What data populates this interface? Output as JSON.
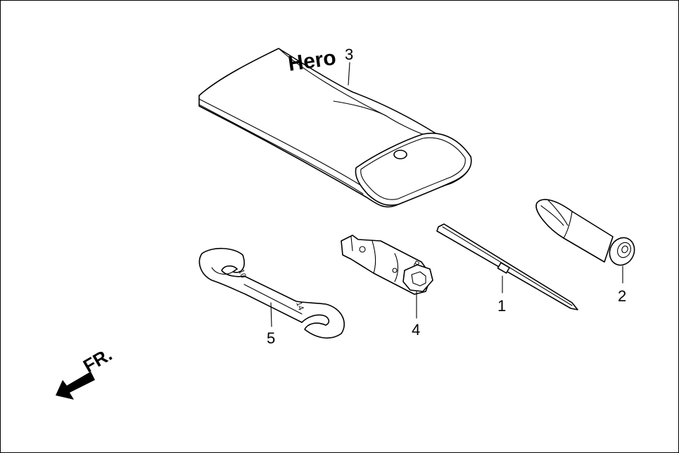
{
  "callouts": {
    "p1": "1",
    "p2": "2",
    "p3": "3",
    "p4": "4",
    "p5": "5"
  },
  "direction": {
    "label": "FR."
  },
  "wrench": {
    "mark_a": "10",
    "mark_b": "14"
  },
  "socket": {
    "mark": "P"
  },
  "bag": {
    "logo_text": "Hero"
  }
}
